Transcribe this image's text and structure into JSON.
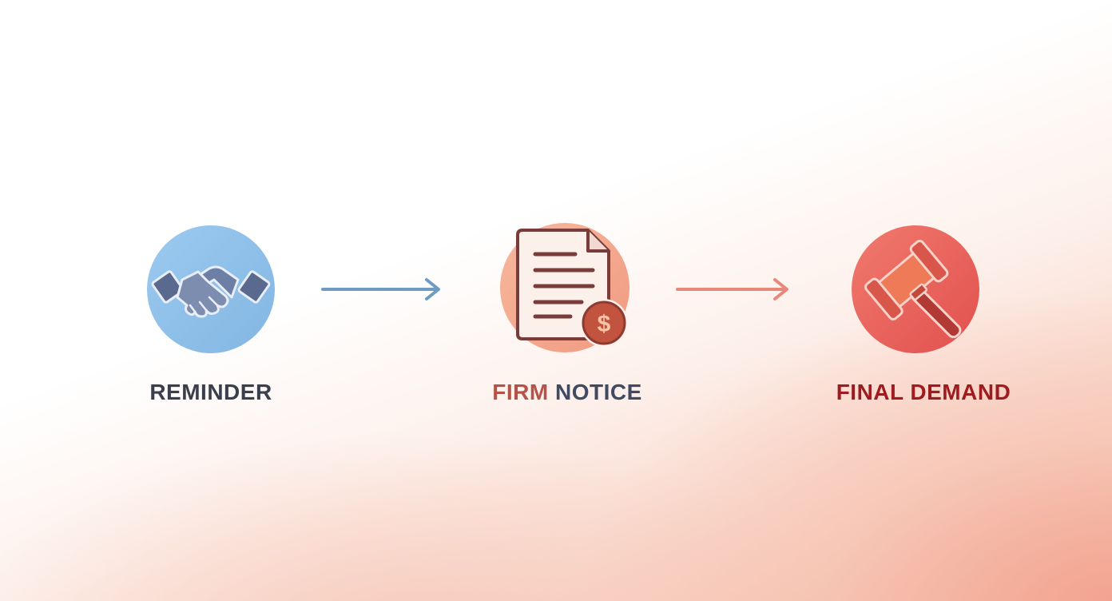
{
  "steps": [
    {
      "label": "REMINDER",
      "icon": "handshake-icon",
      "color": "#3a3f4d",
      "circle_color": "#8fc0e6"
    },
    {
      "label_parts": [
        "FIRM",
        "NOTICE"
      ],
      "icon": "invoice-dollar-icon",
      "colors": [
        "#b5524a",
        "#404a63"
      ],
      "circle_color": "#f2a98e"
    },
    {
      "label": "FINAL DEMAND",
      "icon": "gavel-icon",
      "color": "#9e1c20",
      "circle_color": "#e85a58"
    }
  ],
  "arrows": [
    {
      "icon": "arrow-right-icon",
      "color": "#6f9bc2"
    },
    {
      "icon": "arrow-right-icon",
      "color": "#e6897a"
    }
  ]
}
